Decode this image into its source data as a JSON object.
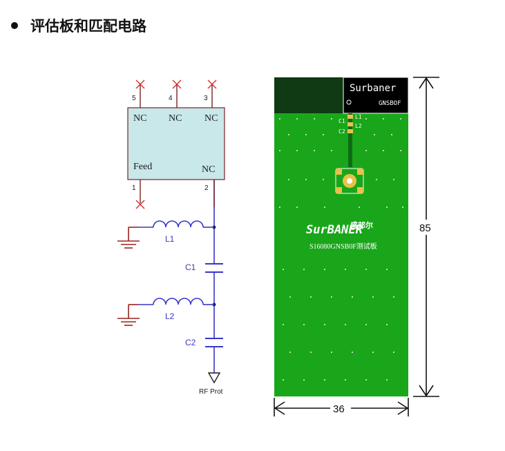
{
  "heading": {
    "text": "评估板和匹配电路"
  },
  "schematic": {
    "module": {
      "pins_top": [
        "5",
        "4",
        "3"
      ],
      "pins_bottom": [
        "1",
        "2"
      ],
      "nc_labels": [
        "NC",
        "NC",
        "NC"
      ],
      "feed_label": "Feed",
      "nc_right_label": "NC"
    },
    "components": {
      "l1": "L1",
      "c1": "C1",
      "l2": "L2",
      "c2": "C2"
    },
    "port_label": "RF Prot",
    "colors": {
      "module_fill": "#c8e8ea",
      "inductor": "#3636c8",
      "capacitor": "#3636c8",
      "ground": "#9a2020",
      "wire": "#7a2020",
      "no_connect": "#d03030"
    }
  },
  "pcb": {
    "brand_box": "Surbaner",
    "model_box": "GNSBOF",
    "silk_c1": "C1",
    "silk_l1": "L1",
    "silk_c2": "C2",
    "silk_l2": "L2",
    "logo_cn": "盛邦尔",
    "logo_en": "SurBANER",
    "board_label": "S16080GNSB0F测试板",
    "colors": {
      "board": "#1aa61a",
      "board_dark": "#0f3a14",
      "silk": "#ffffff",
      "pad": "#e6c24a"
    }
  },
  "dimensions": {
    "height": "85",
    "width": "36"
  }
}
